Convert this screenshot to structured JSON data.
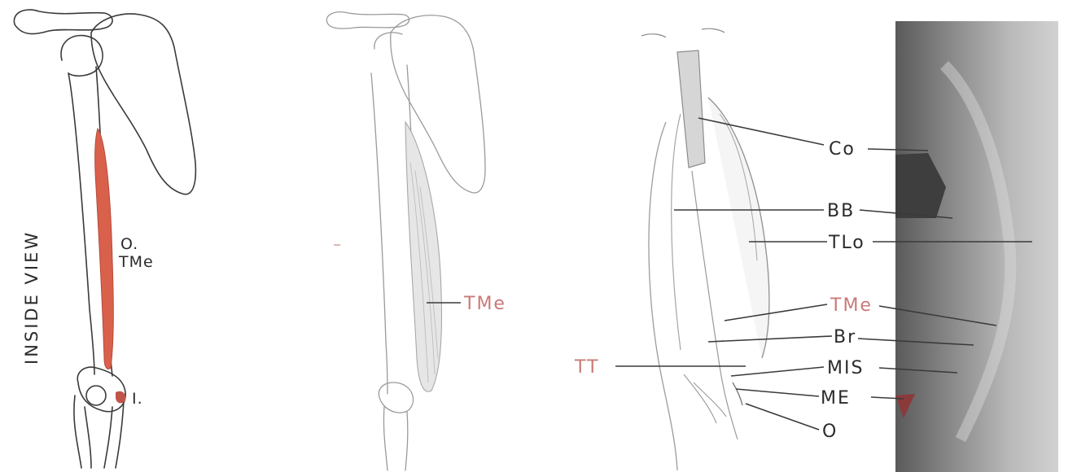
{
  "view_title": "INSIDE VIEW",
  "panel1": {
    "origin_label": "O.",
    "muscle_label": "TMe",
    "insertion_label": "I."
  },
  "panel2": {
    "muscle_label": "TMe"
  },
  "panel3": {
    "left_label": "TT",
    "labels": [
      "Co",
      "BB",
      "TLo",
      "TMe",
      "Br",
      "MIS",
      "ME",
      "O"
    ]
  },
  "colors": {
    "muscle_highlight": "#d9614c",
    "red_label": "#c97a78",
    "ink": "#2b2b2b",
    "photo_dark": "#4a4a4a"
  }
}
